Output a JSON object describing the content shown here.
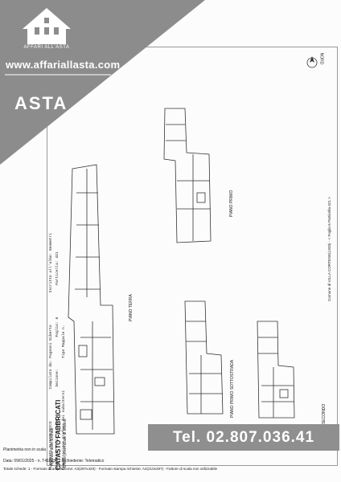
{
  "brand": {
    "logo_caption": "AFFARI ALL'ASTA",
    "website": "www.affariallasta.com",
    "badge": "ASTA"
  },
  "compass": {
    "label": "NORD"
  },
  "cadastral": {
    "header_row1": [
      "ELABORATO PLANIMETRICO",
      "Compilato da: Pagnoni Giberto",
      "Iscritto all'albo: Geometri"
    ],
    "header_row2": [
      "Comune di Villa Cortese",
      "Sezione:",
      "Foglio: 6",
      "Particella: 421"
    ],
    "header_row3": [
      "Dimostrazione grafica dei subalterni",
      "Tipo Mappale n."
    ],
    "title_lines": [
      "Agenzia delle Entrate",
      "CATASTO FABBRICATI",
      "Ufficio provinciale di Milano"
    ]
  },
  "side_note": "Comune di VILLA CORTESE(L928) - < Foglio 6 Particella 421 >",
  "floors": {
    "ground": "PIANO TERRA",
    "first": "PIANO PRIMO",
    "attic_under": "PIANO PRIMO SOTTOSTRADA",
    "second": "PIANO SECONDO"
  },
  "footer": {
    "line1": "Planimetria non in scala",
    "line2": "Data: 09/01/2025 - n. T418257 - Richiedente: Telematico",
    "line3": "Totale schede: 1 - Formato di acquisizione: A3(297x420) - Formato stampa richiesto: A4(210x297) - Fattore di scala non utilizzabile"
  },
  "phone": "Tel. 02.807.036.41"
}
